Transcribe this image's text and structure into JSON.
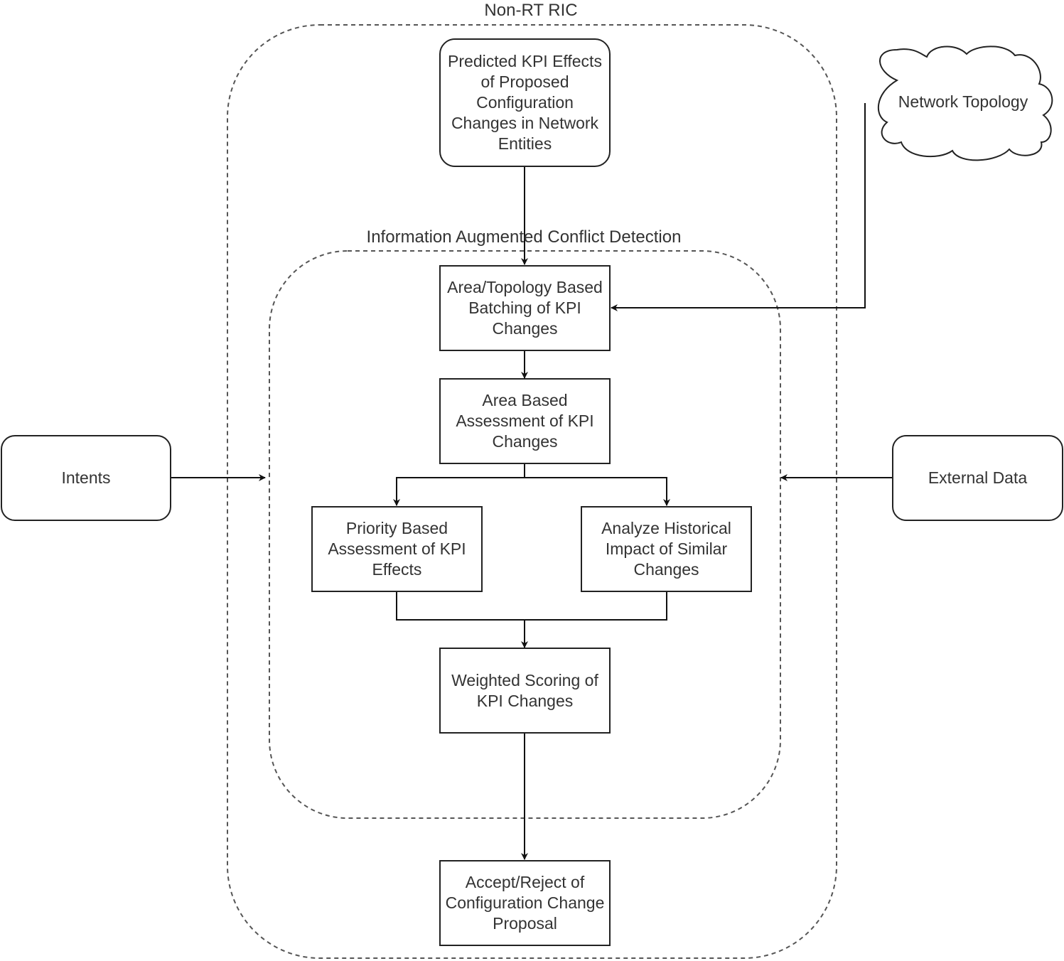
{
  "containers": {
    "outer_label": "Non-RT RIC",
    "inner_label": "Information Augmented Conflict Detection"
  },
  "nodes": {
    "predicted_kpi": "Predicted KPI Effects of Proposed Configuration Changes in Network Entities",
    "area_topology_batching": "Area/Topology Based Batching of KPI Changes",
    "area_assessment": "Area Based Assessment of KPI Changes",
    "priority_assessment": "Priority Based Assessment of KPI Effects",
    "historical_impact": "Analyze Historical Impact of Similar Changes",
    "weighted_scoring": "Weighted Scoring of KPI Changes",
    "accept_reject": "Accept/Reject of Configuration Change Proposal",
    "intents": "Intents",
    "external_data": "External Data",
    "network_topology": "Network Topology"
  },
  "colors": {
    "stroke": "#222222",
    "dashed_container": "#555555",
    "text": "#333333"
  }
}
